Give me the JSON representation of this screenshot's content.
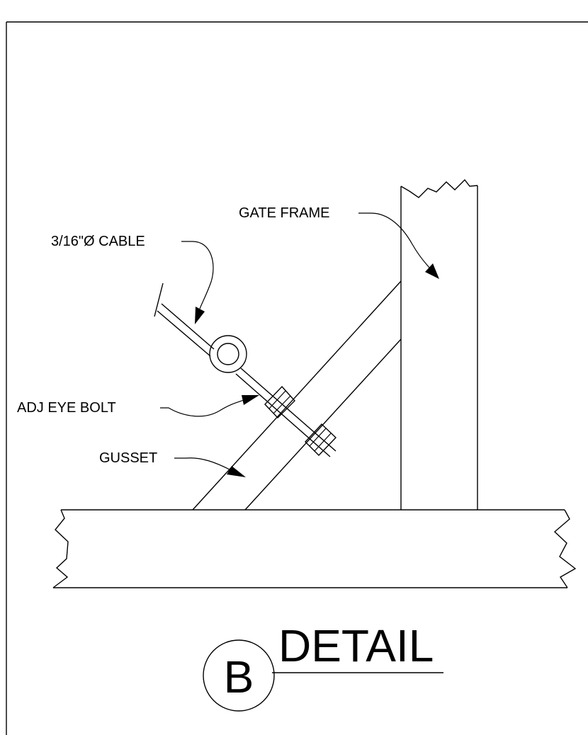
{
  "callouts": {
    "gate_frame": "GATE FRAME",
    "cable": "3/16\"Ø CABLE",
    "eye_bolt": "ADJ EYE BOLT",
    "gusset": "GUSSET"
  },
  "detail_tag": {
    "letter": "B",
    "title": "DETAIL"
  }
}
